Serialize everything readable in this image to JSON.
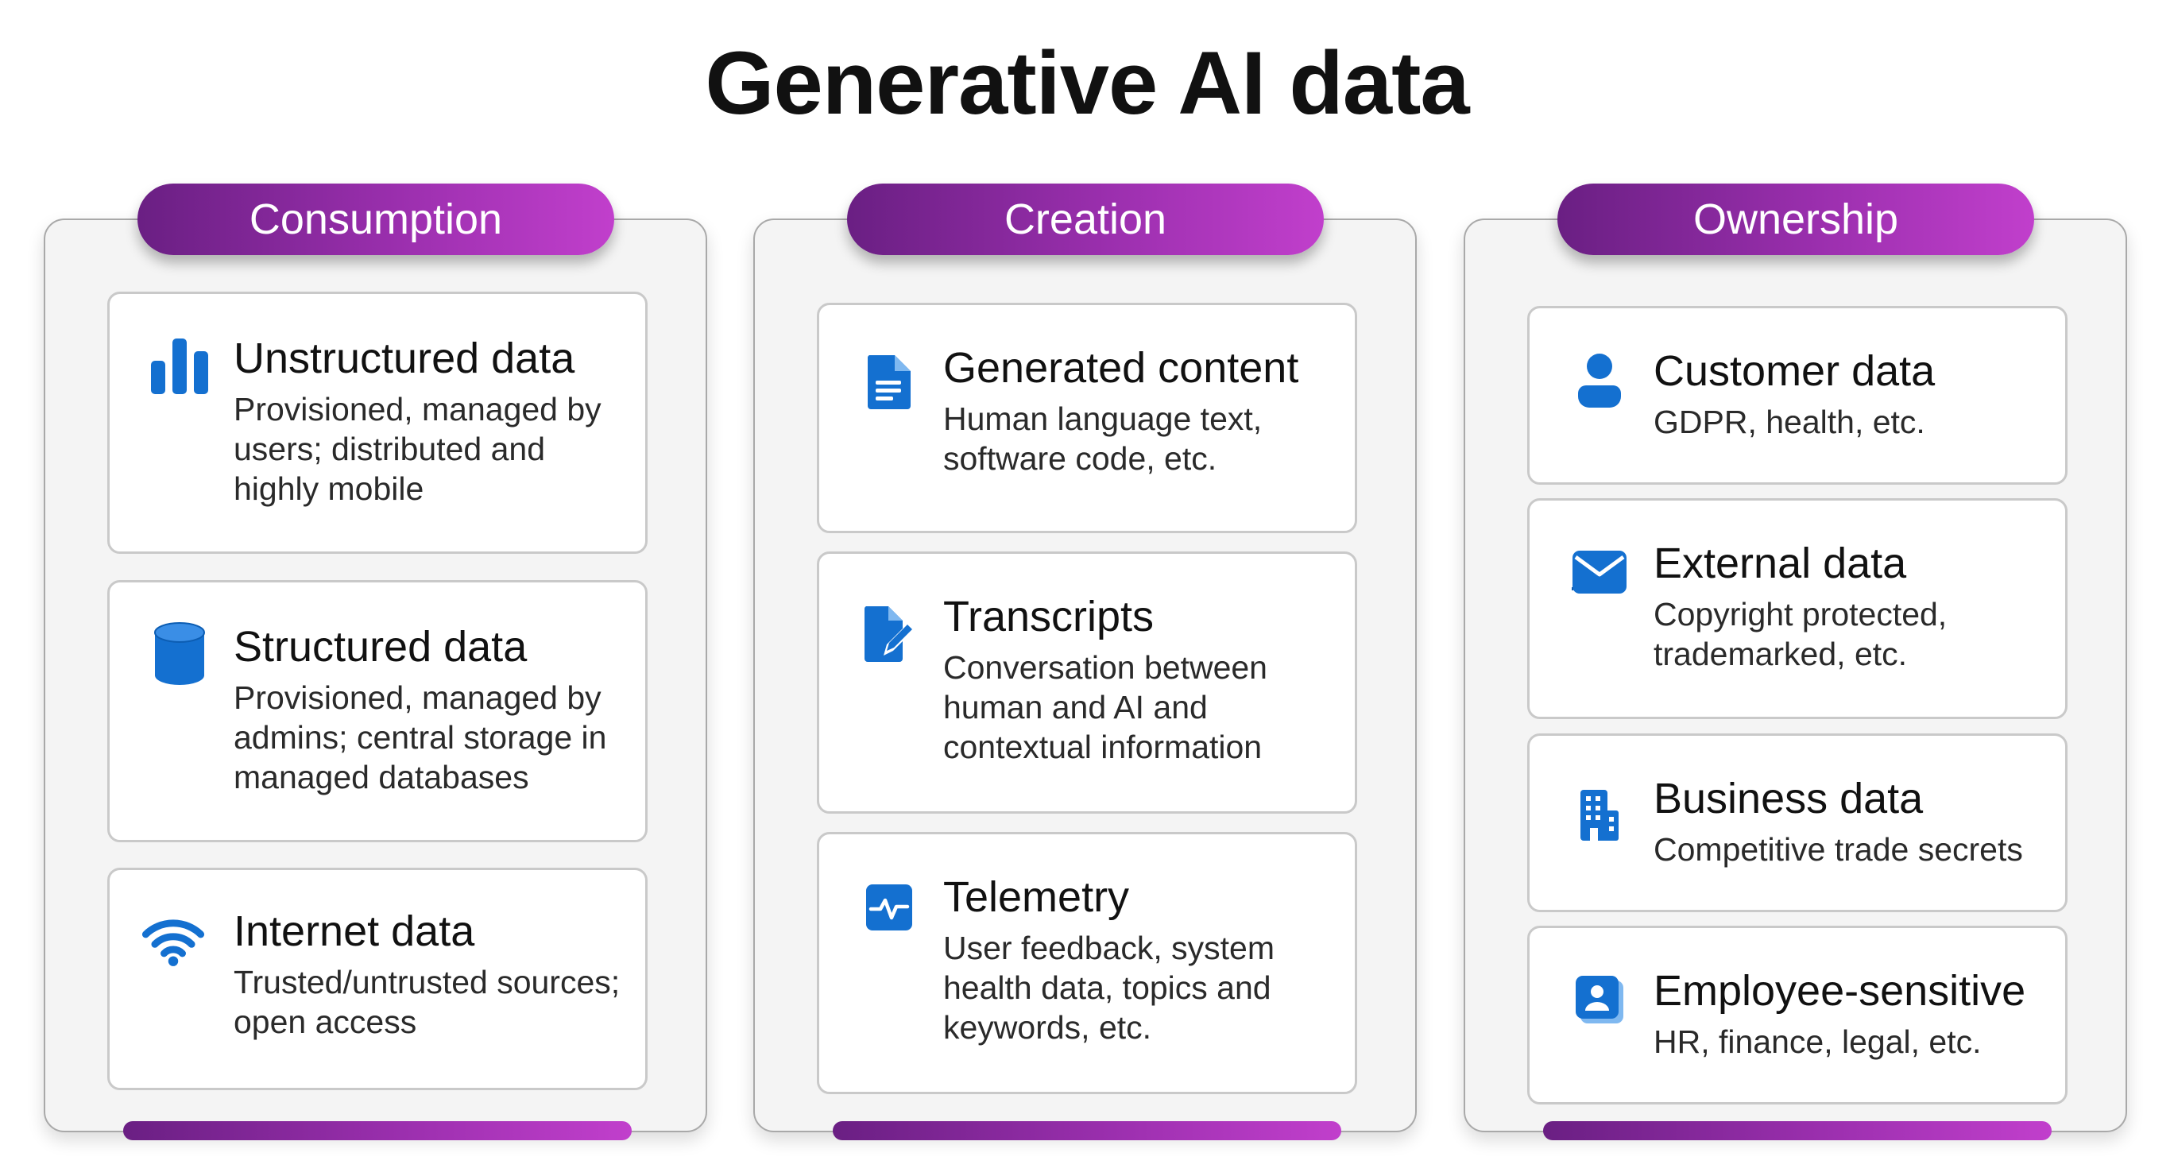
{
  "title": "Generative AI data",
  "accent_gradient": [
    "#6a1f83",
    "#9b2fae",
    "#c13fcc"
  ],
  "icon_color": "#1470d0",
  "columns": [
    {
      "header": "Consumption",
      "items": [
        {
          "icon": "bar-chart-icon",
          "heading": "Unstructured data",
          "description": "Provisioned, managed by users; distributed and highly mobile"
        },
        {
          "icon": "database-icon",
          "heading": "Structured data",
          "description": "Provisioned, managed by admins; central storage in managed databases"
        },
        {
          "icon": "wifi-icon",
          "heading": "Internet data",
          "description": "Trusted/untrusted sources; open access"
        }
      ]
    },
    {
      "header": "Creation",
      "items": [
        {
          "icon": "document-icon",
          "heading": "Generated content",
          "description": "Human language text, software code, etc."
        },
        {
          "icon": "document-edit-icon",
          "heading": "Transcripts",
          "description": "Conversation between human and AI and contextual information"
        },
        {
          "icon": "pulse-icon",
          "heading": "Telemetry",
          "description": "User feedback, system health data, topics and keywords, etc."
        }
      ]
    },
    {
      "header": "Ownership",
      "items": [
        {
          "icon": "person-icon",
          "heading": "Customer data",
          "description": "GDPR, health, etc."
        },
        {
          "icon": "mail-icon",
          "heading": "External data",
          "description": "Copyright protected, trademarked, etc."
        },
        {
          "icon": "building-icon",
          "heading": "Business data",
          "description": "Competitive trade secrets"
        },
        {
          "icon": "contact-card-icon",
          "heading": "Employee-sensitive",
          "description": "HR, finance, legal, etc."
        }
      ]
    }
  ]
}
